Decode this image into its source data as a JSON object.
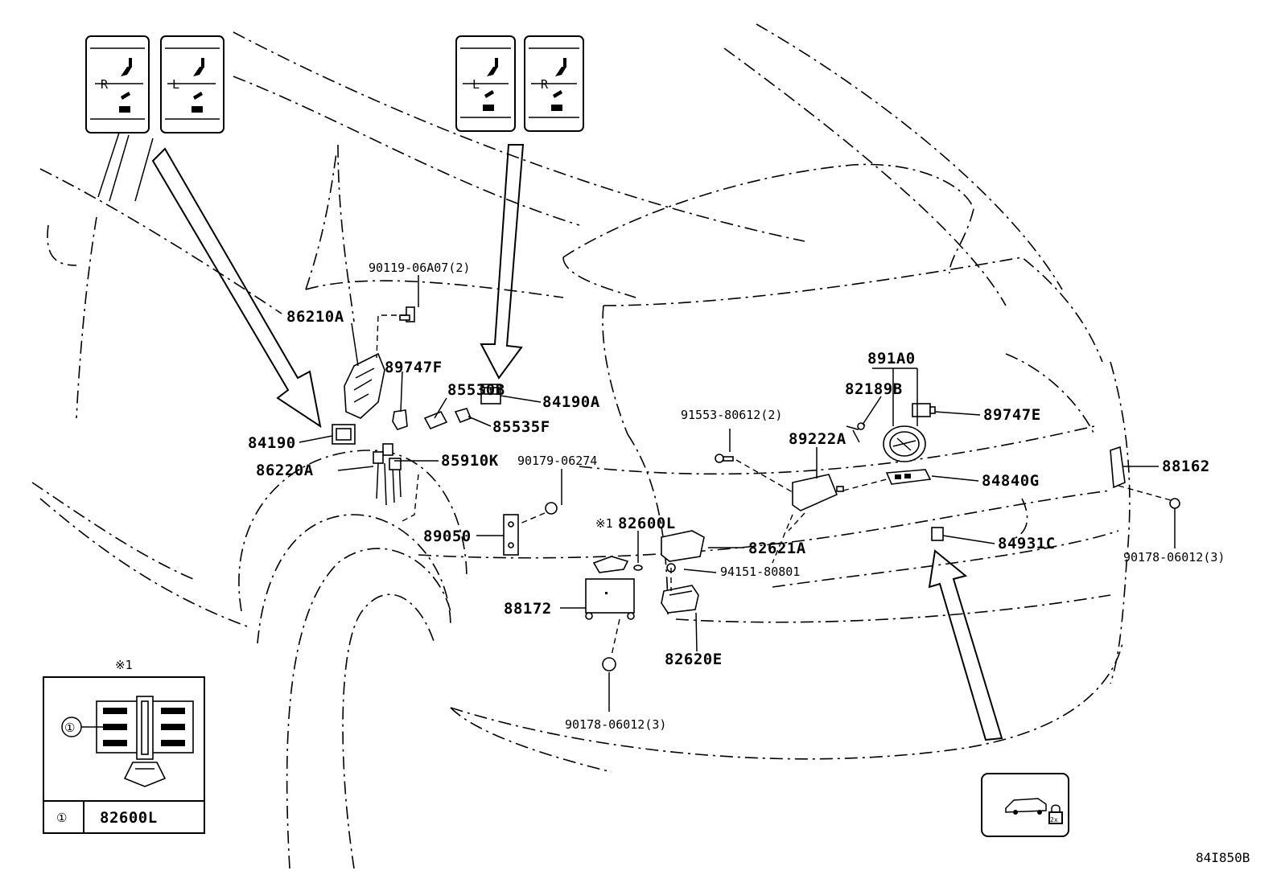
{
  "parts": {
    "p90119": "90119-06A07(2)",
    "p86210A": "86210A",
    "p89747F": "89747F",
    "p85530B": "85530B",
    "p84190A": "84190A",
    "p85535F": "85535F",
    "p84190": "84190",
    "p85910K": "85910K",
    "p86220A": "86220A",
    "p90179": "90179-06274",
    "p82600L": "82600L",
    "p89050": "89050",
    "p82621A": "82621A",
    "p94151": "94151-80801",
    "p88172": "88172",
    "p82620E": "82620E",
    "p90178_bottom": "90178-06012(3)",
    "p91553": "91553-80612(2)",
    "p89222A": "89222A",
    "p891A0": "891A0",
    "p82189B": "82189B",
    "p89747E": "89747E",
    "p84840G": "84840G",
    "p84931C": "84931C",
    "p88162": "88162",
    "p90178_right": "90178-06012(3)"
  },
  "inset": {
    "ref_mark": "※1",
    "callout_number": "①",
    "part_no": "82600L"
  },
  "note_mark": "※1",
  "seat_switches": {
    "r": "R",
    "l": "L"
  },
  "lock_badge": "2x",
  "diagram_code": "84I850B"
}
